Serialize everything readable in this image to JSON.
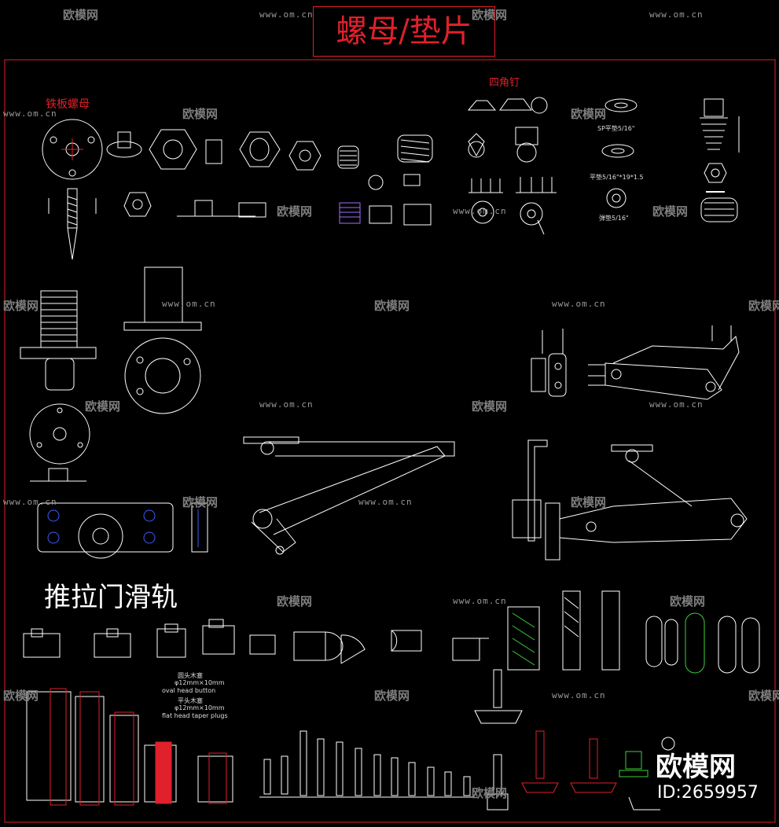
{
  "title": "螺母/垫片",
  "labels": {
    "iron_plate_nut": "铁板螺母",
    "four_claw_nail": "四角钉",
    "sliding_door_rail": "推拉门滑轨",
    "sp_washer": "SP平垫5/16\"",
    "flat_washer": "平垫5/16\"*19*1.5",
    "lock_washer": "弹垫5/16\"",
    "oval_head_cn": "圆头木塞",
    "oval_head_size": "φ12mm×10mm",
    "oval_head_en": "oval head button",
    "flat_head_cn": "平头木塞",
    "flat_head_size": "φ12mm×10mm",
    "flat_head_en": "flat head taper plugs"
  },
  "watermark": {
    "text": "欧模网",
    "url": "www.om.cn",
    "url_short": "www.om.cn"
  },
  "brand": {
    "name": "欧模网",
    "id": "ID:2659957"
  },
  "colors": {
    "background": "#000000",
    "line": "#ffffff",
    "accent_red": "#e0202a",
    "accent_green": "#3ad13a",
    "accent_blue": "#3a5aff",
    "accent_purple": "#a070ff"
  }
}
